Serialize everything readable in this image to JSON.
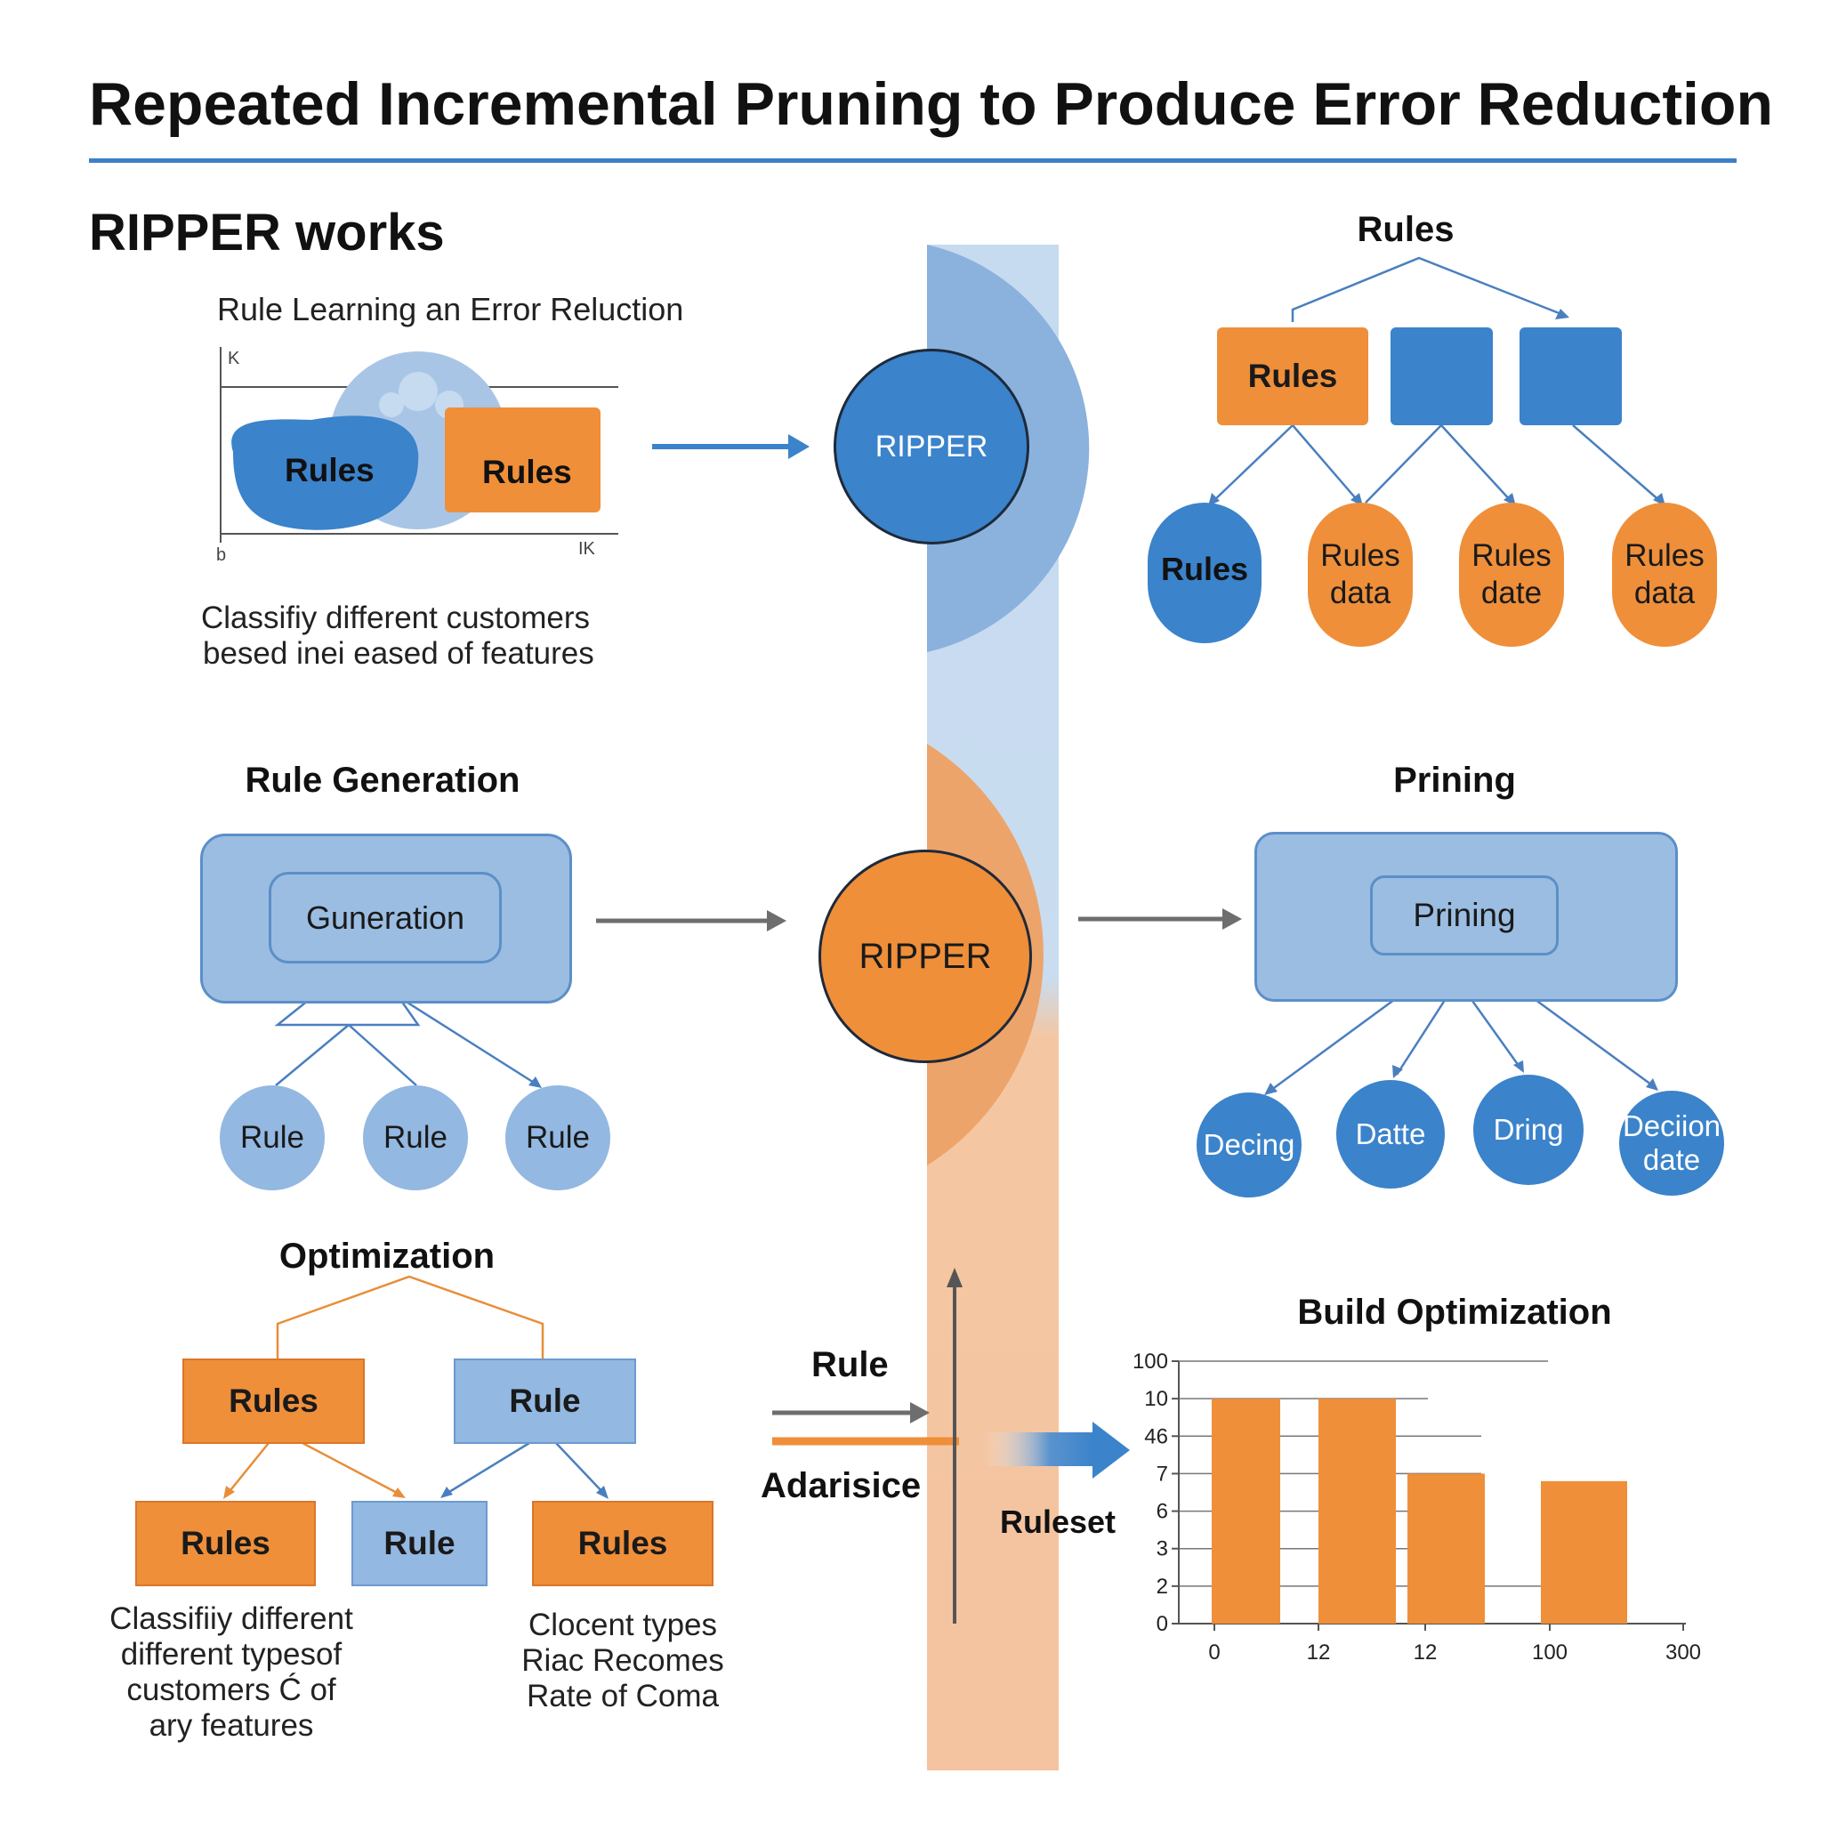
{
  "title": "Repeated Incremental Pruning to Produce Error Reduction",
  "colors": {
    "accent_blue": "#3b83cb",
    "accent_orange": "#ef8f3a",
    "light_blue": "#9bbde2"
  },
  "section_top_left": {
    "heading": "RIPPER works",
    "subheading": "Rule Learning an Error Reluction",
    "axis_top_label": "K",
    "axis_bottom_left": "b",
    "axis_bottom_right": "IK",
    "blob_blue_label": "Rules",
    "box_orange_label": "Rules",
    "caption_line1": "Classifiy different customers",
    "caption_line2": "besed inei eased of features"
  },
  "center": {
    "ripper_top": "RIPPER",
    "ripper_mid": "RIPPER",
    "rule_label": "Rule",
    "adarisice_label": "Adarisice",
    "ruleset_label": "Ruleset"
  },
  "section_top_right": {
    "heading": "Rules",
    "top_boxes": [
      "Rules",
      "",
      ""
    ],
    "nodes": [
      {
        "line1": "Rules",
        "line2": ""
      },
      {
        "line1": "Rules",
        "line2": "data"
      },
      {
        "line1": "Rules",
        "line2": "date"
      },
      {
        "line1": "Rules",
        "line2": "data"
      }
    ]
  },
  "section_rule_generation": {
    "heading": "Rule Generation",
    "inner_label": "Guneration",
    "nodes": [
      "Rule",
      "Rule",
      "Rule"
    ]
  },
  "section_pruning": {
    "heading": "Prining",
    "inner_label": "Prining",
    "nodes": [
      {
        "line1": "Decing",
        "line2": ""
      },
      {
        "line1": "Datte",
        "line2": ""
      },
      {
        "line1": "Dring",
        "line2": ""
      },
      {
        "line1": "Deciion",
        "line2": "date"
      }
    ]
  },
  "section_optimization": {
    "heading": "Optimization",
    "row1": [
      "Rules",
      "Rule"
    ],
    "row2": [
      "Rules",
      "Rule",
      "Rules"
    ],
    "caption_left": [
      "Classifiiy different",
      "different typesof",
      "customers Ć of",
      "ary features"
    ],
    "caption_right": [
      "Clocent types",
      "Riac Recomes",
      "Rate of Coma"
    ]
  },
  "chart_data": {
    "type": "bar",
    "title": "Build Optimization",
    "y_tick_labels": [
      "0",
      "2",
      "3",
      "6",
      "7",
      "46",
      "10",
      "100"
    ],
    "x_tick_labels": [
      "0",
      "12",
      "12",
      "100",
      "300"
    ],
    "values": [
      6,
      6,
      4,
      3.8
    ],
    "grid": true,
    "color": "#ef8f3a"
  }
}
